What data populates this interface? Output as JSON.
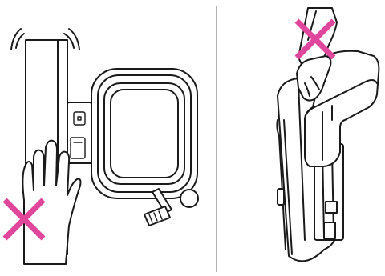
{
  "figure": {
    "panels": [
      {
        "id": "left",
        "depicts": "embroidery-arm-with-hoop",
        "warning": "prohibited-x-mark"
      },
      {
        "id": "right",
        "depicts": "hand-carrying-embroidery-unit",
        "warning": "prohibited-x-mark"
      }
    ],
    "colors": {
      "line_art": "#1a1a1a",
      "divider": "#9a9a9a",
      "prohibited_mark": "#e0469c",
      "background": "#ffffff"
    },
    "icons": [
      "prohibited-x-icon",
      "hand-icon",
      "motion-lines-icon"
    ]
  }
}
